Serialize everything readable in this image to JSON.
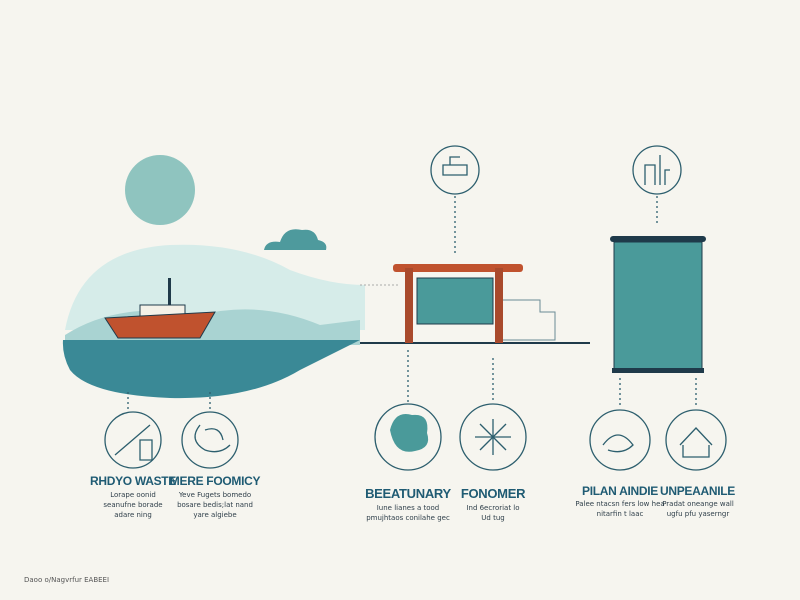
{
  "sections": [
    {
      "title": "RHDYO WASTE",
      "body": "Lorape oonid seanufne borade adare ning",
      "icon": "tools-and-jar-icon"
    },
    {
      "title": "MERE FOOMICY",
      "body": "Yeve Fugets bomedo bosare bedis;lat nand yare algiebe",
      "icon": "hand-leaf-icon"
    },
    {
      "title": "BEEATUNARY",
      "body": "Iune lianes a tood pmujhtaos conilahe gec",
      "icon": "blob-icon"
    },
    {
      "title": "FONOMER",
      "body": "Ind 6ecroriat lo Ud tug",
      "icon": "wheel-icon"
    },
    {
      "title": "PILAN AINDIE",
      "body": "Palee ntacsn fers low hea nitarfin t laac",
      "icon": "wave-bird-icon"
    },
    {
      "title": "UNPEAANILE",
      "body": "Pradat oneange wall ugfu pfu yaserngr",
      "icon": "house-icon"
    }
  ],
  "top_icons": [
    "machinery-icon",
    "factory-icon"
  ],
  "footer": "Daoo o/Nagvrfur EABEEI",
  "colors": {
    "teal": "#3f8f92",
    "sea": "#3a8996",
    "navy": "#1f5b73",
    "boat": "#c0522e",
    "background": "#f6f5ef"
  }
}
